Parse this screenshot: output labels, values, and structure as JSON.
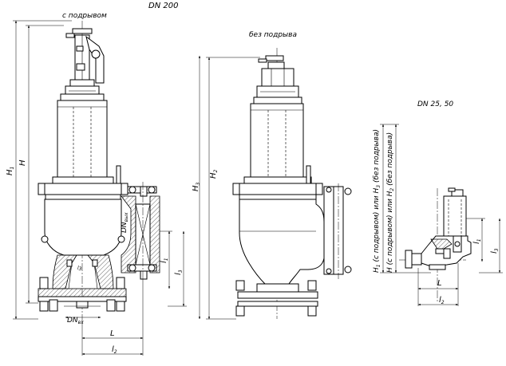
{
  "titles": {
    "main_view_dn": "DN 200",
    "with_lever": "с подрывом",
    "without_lever": "без подрыва",
    "small_view_dn": "DN 25, 50"
  },
  "dims": {
    "h1": "H",
    "h1_sub": "1",
    "h": "H",
    "h2": "H",
    "h2_sub": "2",
    "h3": "H",
    "h3_sub": "3",
    "l": "L",
    "l1": "l",
    "l1_sub": "1",
    "l2": "l",
    "l2_sub": "2",
    "l3": "l",
    "l3_sub": "3",
    "dn_in": "DN",
    "dn_in_sub": "вх",
    "dn_out": "DN",
    "dn_out_sub": "вых",
    "small_note_1": "H",
    "small_note_1_sub": "1",
    "small_note_1_mid": " (с подрывом) или H",
    "small_note_1_sub2": "3",
    "small_note_1_end": " (без подрыва)",
    "small_note_2": "H (с подрывом) или H",
    "small_note_2_sub": "2",
    "small_note_2_end": " (без подрыва)"
  }
}
